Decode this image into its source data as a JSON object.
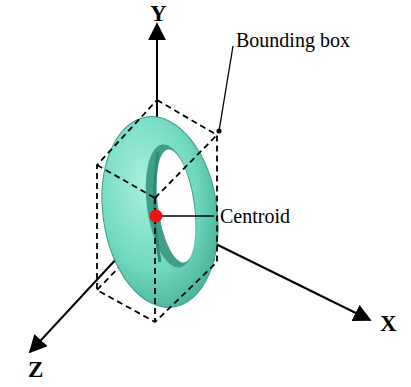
{
  "diagram": {
    "labels": [
      "Y",
      "X",
      "Z",
      "Bounding box",
      "Centroid"
    ]
  }
}
